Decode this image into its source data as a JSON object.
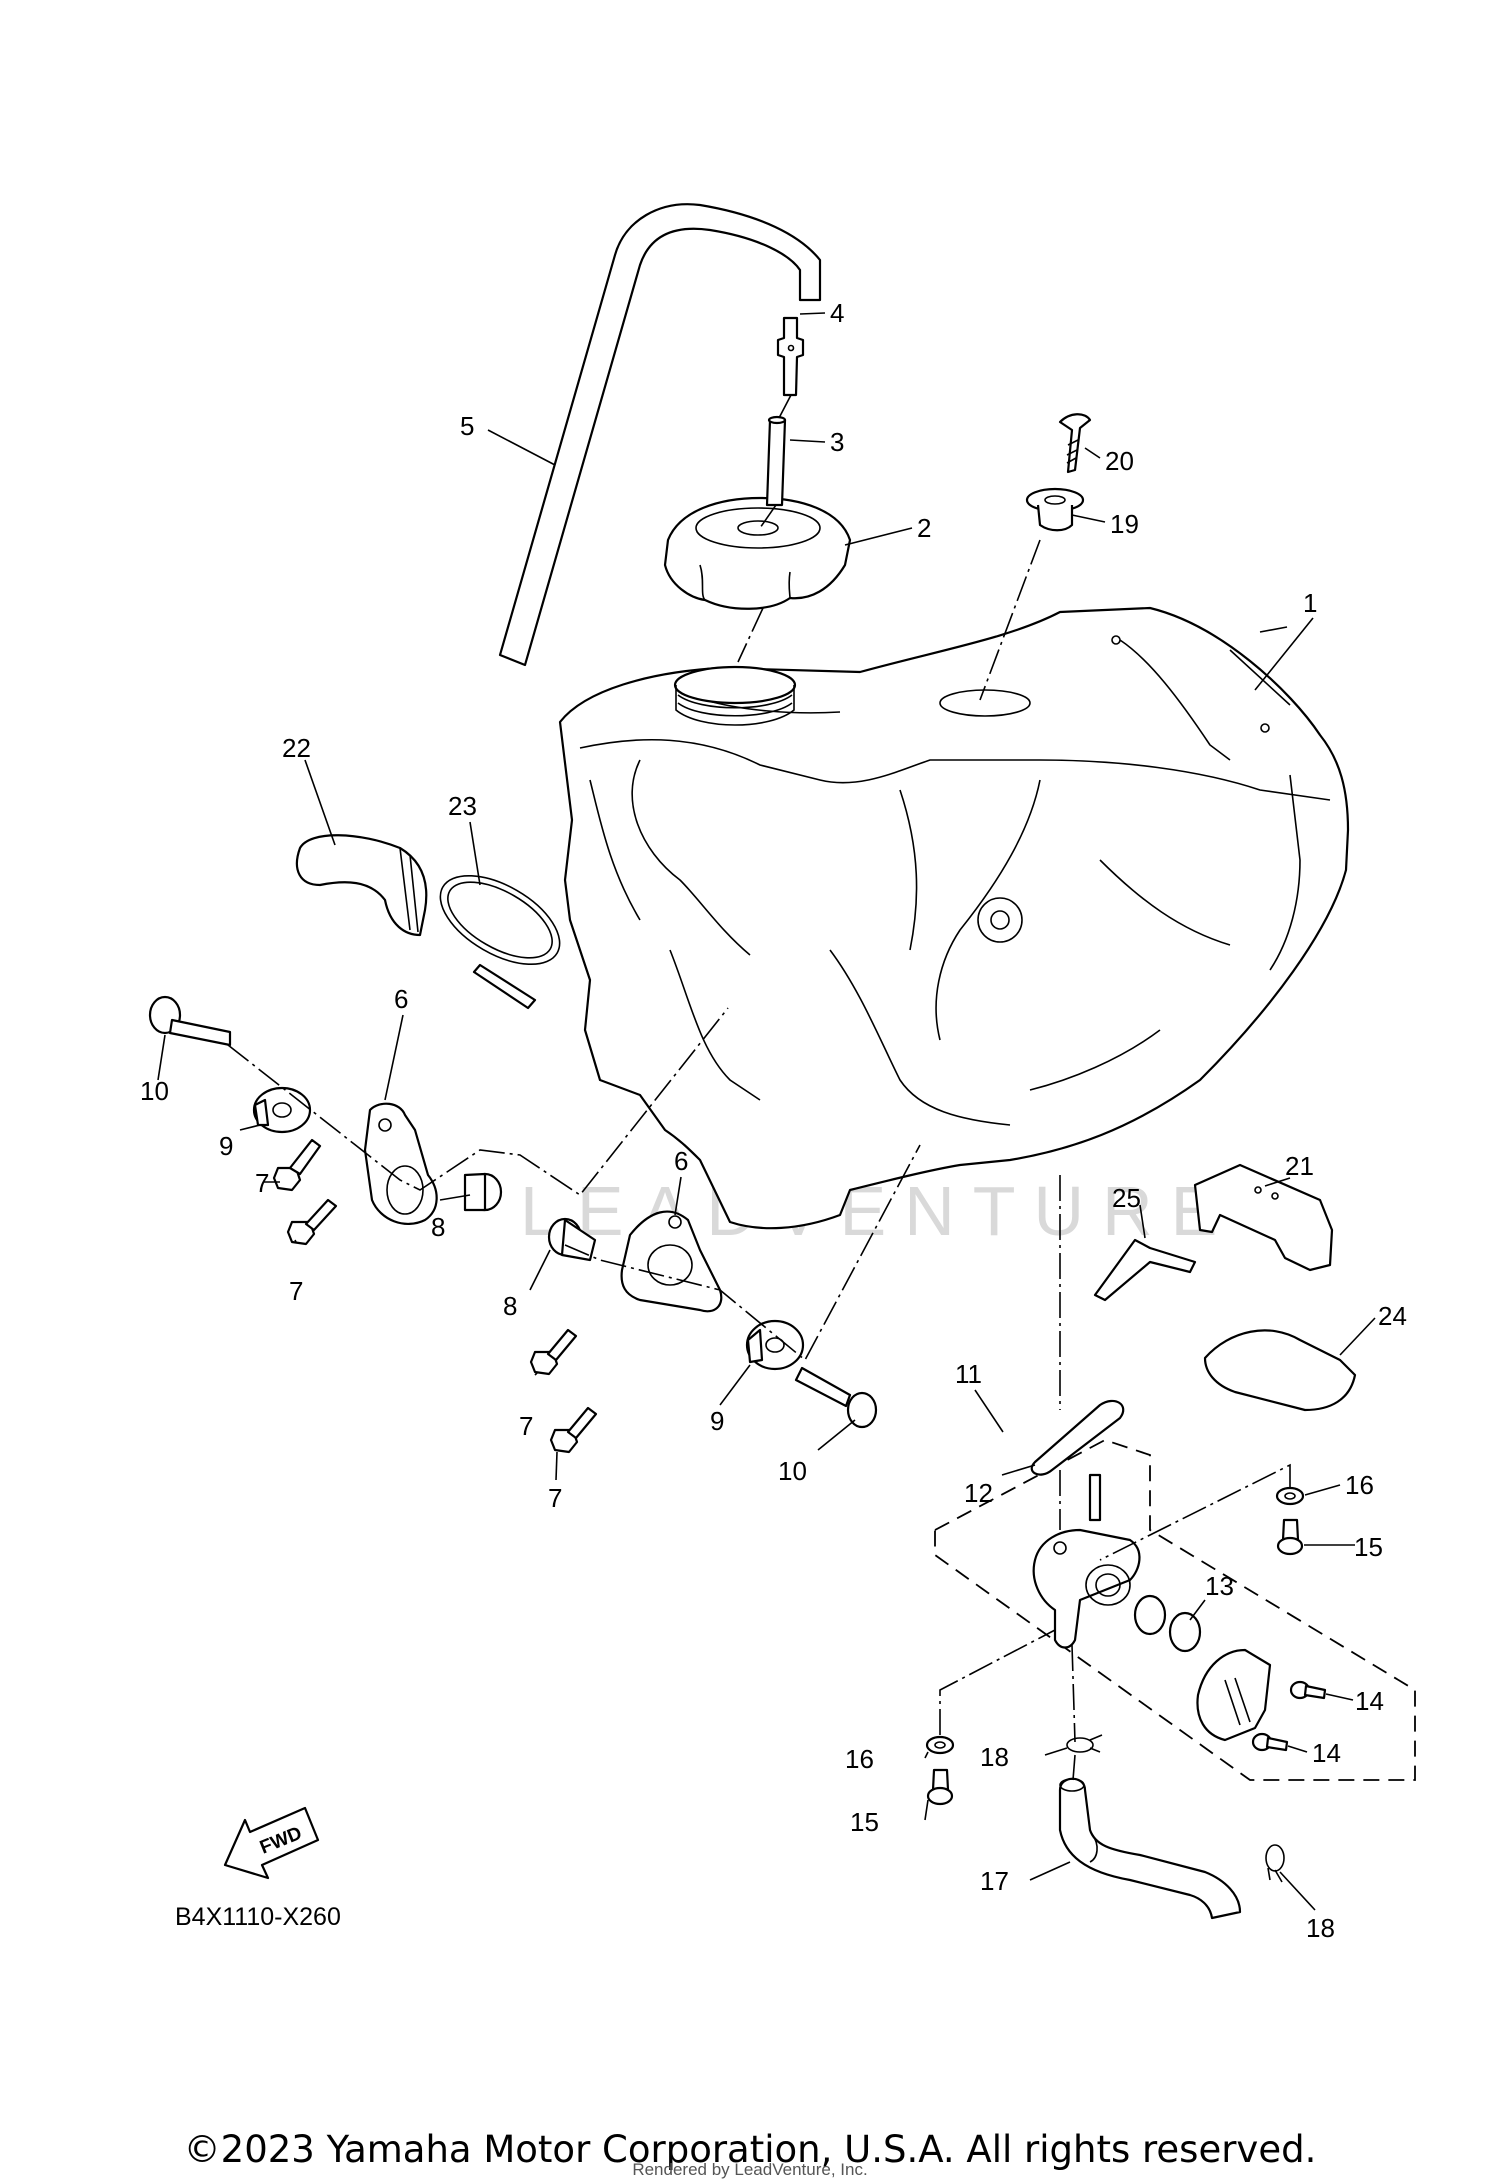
{
  "diagram_code": "B4X1110-X260",
  "fwd_label": "FWD",
  "watermark": "LEADVENTURE",
  "copyright": "©2023 Yamaha Motor Corporation, U.S.A. All rights reserved.",
  "rendered_by": "Rendered by LeadVenture, Inc.",
  "callouts": {
    "c1": "1",
    "c2": "2",
    "c3": "3",
    "c4": "4",
    "c5": "5",
    "c6a": "6",
    "c6b": "6",
    "c7a": "7",
    "c7b": "7",
    "c7c": "7",
    "c7d": "7",
    "c8a": "8",
    "c8b": "8",
    "c9a": "9",
    "c9b": "9",
    "c10a": "10",
    "c10b": "10",
    "c11": "11",
    "c12": "12",
    "c13": "13",
    "c14a": "14",
    "c14b": "14",
    "c15a": "15",
    "c15b": "15",
    "c16a": "16",
    "c16b": "16",
    "c17": "17",
    "c18a": "18",
    "c18b": "18",
    "c19": "19",
    "c20": "20",
    "c21": "21",
    "c22": "22",
    "c23": "23",
    "c24": "24",
    "c25": "25"
  }
}
